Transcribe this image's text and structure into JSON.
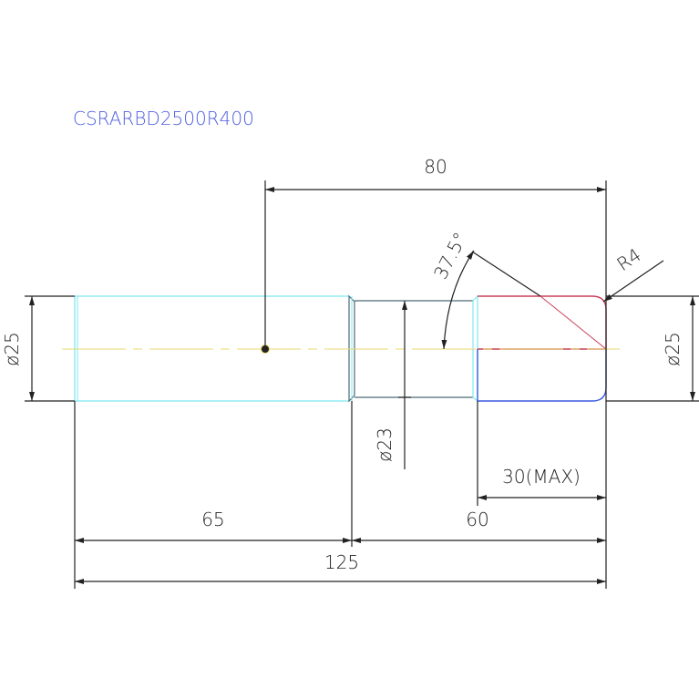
{
  "part_code": "CSRARBD2500R400",
  "colors": {
    "title": "#4f5fe0",
    "outline_cyan": "#7fe8f0",
    "outline_dark": "#4a6a78",
    "centerline": "#e8d870",
    "tip_red": "#c8405a",
    "tip_blue": "#3a5ae0",
    "dimension": "#222222"
  },
  "dimensions": {
    "top_length": "80",
    "tip_angle": "37.5°",
    "tip_radius": "R4",
    "left_diameter": "ø25",
    "right_diameter": "ø25",
    "neck_diameter": "ø23",
    "tip_length": "30(MAX)",
    "shank_length": "65",
    "neck_length": "60",
    "total_length": "125"
  }
}
